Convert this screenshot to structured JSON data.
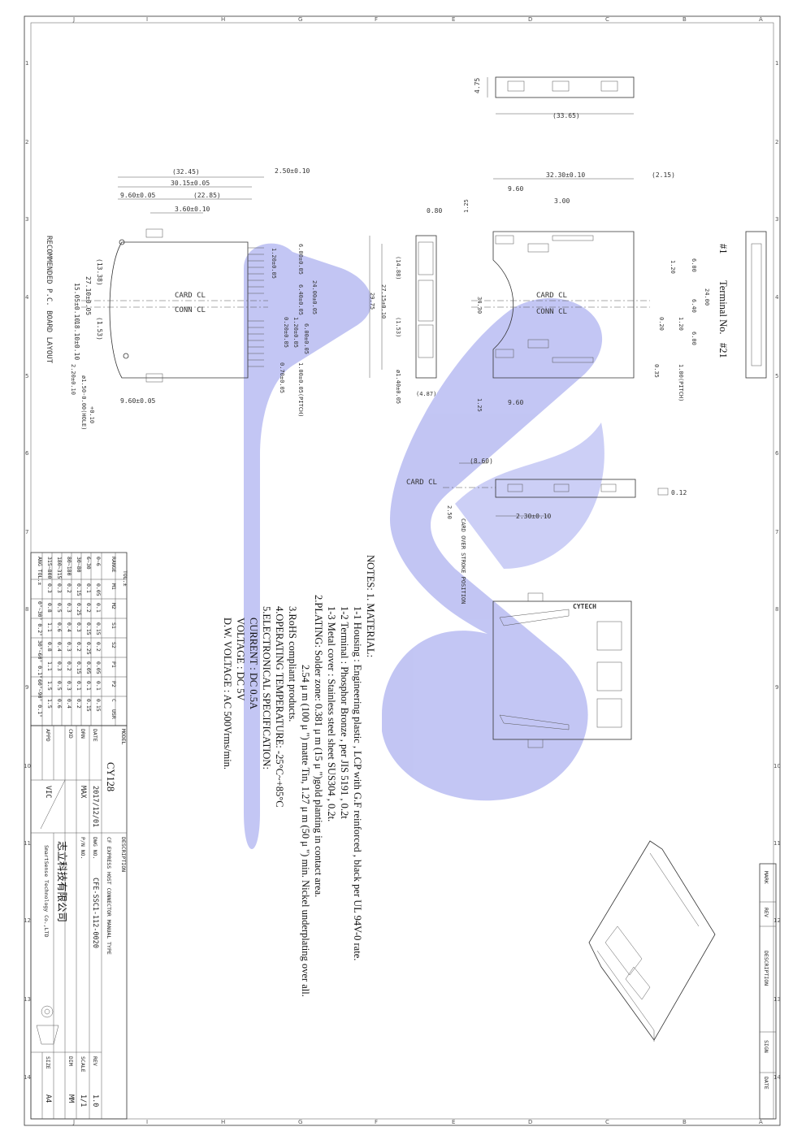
{
  "border": {
    "top_letters": [
      "J",
      "I",
      "H",
      "G",
      "F",
      "E",
      "D",
      "C",
      "B",
      "A"
    ],
    "side_numbers": [
      "1",
      "2",
      "3",
      "4",
      "5",
      "6",
      "7",
      "8",
      "9",
      "10",
      "11",
      "12",
      "13",
      "14"
    ]
  },
  "top_view": {
    "overall_length": "(33.65)",
    "height": "4.75"
  },
  "pcb_layout": {
    "title": "RECOMMENDED P.C. BOARD LAYOUT",
    "dims": {
      "d1": "(32.45)",
      "d2": "30.15±0.05",
      "d3": "9.60±0.05",
      "d4": "(22.85)",
      "d5": "3.60±0.10",
      "d6": "2.50±0.10",
      "d7": "15.05±0.10",
      "d8": "(13.38)",
      "d9": "27.10±0.05",
      "d10": "(1.53)",
      "d11": "18.10±0.10",
      "d12": "1.20±0.05",
      "d13": "6.00±0.05",
      "d14": "6.40±0.05",
      "d15": "24.00±0.05",
      "d16": "0.20±0.05",
      "d17": "1.20±0.05",
      "d18": "6.00±0.05",
      "d19": "0.70±0.05",
      "d20": "1.00±0.05(PITCH)",
      "d21": "9.60±0.05",
      "d22": "2.20±0.10",
      "d23": "ø1.50-0.00(HOLE)",
      "d24": "+0.10"
    },
    "card_cl": "CARD CL",
    "conn_cl": "CONN CL"
  },
  "side_view": {
    "d1": "0.80",
    "d2": "(14.88)",
    "d3": "27.15±0.10",
    "d4": "29.75",
    "d5": "(1.53)",
    "d6": "ø1.40±0.05",
    "d7": "(4.87)"
  },
  "front_view": {
    "d1": "32.30±0.10",
    "d2": "(2.15)",
    "d3": "9.60",
    "d4": "3.00",
    "d5": "1.25",
    "d6": "34.30",
    "d7": "1.25",
    "d8": "9.60",
    "d9": "1.20",
    "d10": "6.00",
    "d11": "6.40",
    "d12": "24.00",
    "d13": "0.20",
    "d14": "1.20",
    "d15": "6.00",
    "d16": "0.35",
    "d17": "1.00(PITCH)",
    "card_cl": "CARD CL",
    "conn_cl": "CONN CL"
  },
  "terminal_view": {
    "first": "#1",
    "label": "Terminal No.",
    "last": "#21"
  },
  "ejector_view": {
    "card_cl": "CARD CL",
    "d1": "(8.60)",
    "d2": "2.50",
    "d3": "2.30±0.10",
    "flatness": "0.12",
    "stroke_label": "CARD OVER STROKE POSITION"
  },
  "bottom_view": {
    "brand": "CYTECH"
  },
  "notes": [
    "NOTES: 1. MATERIAL:",
    "1-1 Housing : Engineering plastic , LCP with G.F reinforced , black per UL 94V-0 rate.",
    "1-2 Terminal : Phosphor Bronze , per JIS 5191 , 0.2t",
    "1-3 Metal cover : Stainless steel sheet SUS304 , 0.2t.",
    "2.PLATING: Solder zone: 0.381 μ m (15 μ \")gold planting in contact area.",
    "2.54 μ m (100 μ \") matte Tin, 1.27 μ m (50 μ \") min. Nickel underplating over all.",
    "3.RoHS compliant products.",
    "4.OPERATING TEMPERATURE: -25°C~+85°C",
    "5.ELECTRONICAL SPECIFICATION:",
    "CURRENT : DC 0.5A",
    "VOLTAGE : DC 5V",
    "D.W. VOLTAGE : AC 500Vrms/min."
  ],
  "tolerance": {
    "corner": "TOL.±",
    "header": [
      "RANGE",
      "M1",
      "M2",
      "S1",
      "S2",
      "P1",
      "P2",
      "C",
      "USR"
    ],
    "rows": [
      [
        "0~6",
        "0.05",
        "0.1",
        "0.15",
        "0.2",
        "0.05",
        "0.1",
        "0.15"
      ],
      [
        "6~30",
        "0.1",
        "0.2",
        "0.15",
        "0.25",
        "0.05",
        "0.1",
        "0.15"
      ],
      [
        "30~80",
        "0.15",
        "0.25",
        "0.3",
        "0.2",
        "0.15",
        "0.1",
        "0.2"
      ],
      [
        "80~180",
        "0.2",
        "0.3",
        "0.4",
        "0.3",
        "0.2",
        "0.3",
        "0.4"
      ],
      [
        "180~315",
        "0.3",
        "0.5",
        "0.6",
        "0.4",
        "0.3",
        "0.5",
        "0.6"
      ],
      [
        "315~800",
        "0.3",
        "0.8",
        "1.1",
        "0.8",
        "1.1",
        "1.5",
        "1.5"
      ]
    ],
    "angle_label": "ANG TOL.±",
    "angles": [
      "0°~30° 0.2°",
      "30°~60° 0.1°",
      "60°~90° 0.1°"
    ]
  },
  "title_block": {
    "model_label": "MODEL",
    "model": "CY128",
    "date_label": "DATE",
    "date": "2017/12/01",
    "drn_label": "DRN",
    "drn": "MAX",
    "ckd_label": "CKD",
    "appd_label": "APPD",
    "appd": "VIC",
    "desc_label": "DESCRIPTION",
    "desc": "CF EXPRESS HOST CONNECTOR MANUAL TYPE",
    "dwg_label": "DWG NO.",
    "dwg": "CFE-SSC1-112-0020",
    "pn_label": "P/N NO.",
    "rev_label": "REV",
    "rev": "1.0",
    "scale_label": "SCALE",
    "scale": "1/1",
    "dim_label": "DIM",
    "dim": "MM",
    "size_label": "SIZE",
    "size": "A4",
    "company_cn": "志立科技有限公司",
    "company_en": "SmartSense Technology Co.,LTD"
  },
  "revision_block": {
    "mark": "MARK",
    "rev": "REV",
    "description": "DESCRIPTION",
    "sign": "SIGN",
    "date": "DATE"
  },
  "colors": {
    "watermark": "#b8bcf2",
    "line": "#333333"
  }
}
